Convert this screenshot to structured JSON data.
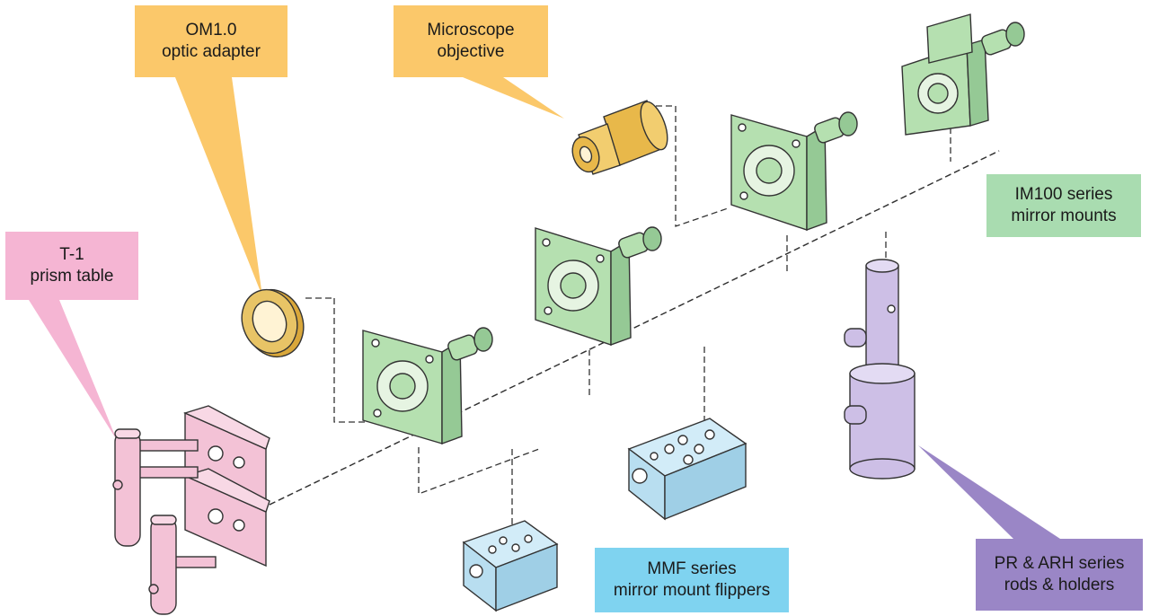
{
  "labels": {
    "om": {
      "line1": "OM1.0",
      "line2": "optic adapter"
    },
    "mo": {
      "line1": "Microscope",
      "line2": "objective"
    },
    "t1": {
      "line1": "T-1",
      "line2": "prism table"
    },
    "im": {
      "line1": "IM100 series",
      "line2": "mirror mounts"
    },
    "mmf": {
      "line1": "MMF series",
      "line2": "mirror mount flippers"
    },
    "pr": {
      "line1": "PR & ARH series",
      "line2": "rods & holders"
    }
  },
  "colors": {
    "orange": "#fbc86a",
    "pink": "#f5b5d3",
    "green": "#a9dcb0",
    "blue": "#7fd3f0",
    "purple": "#9a86c6",
    "mount_green": "#b5e0b0",
    "block_blue": "#b8def0",
    "rod_purple": "#cdbfe6",
    "prism_pink": "#f3c2d6",
    "brass": "#e8c466"
  }
}
